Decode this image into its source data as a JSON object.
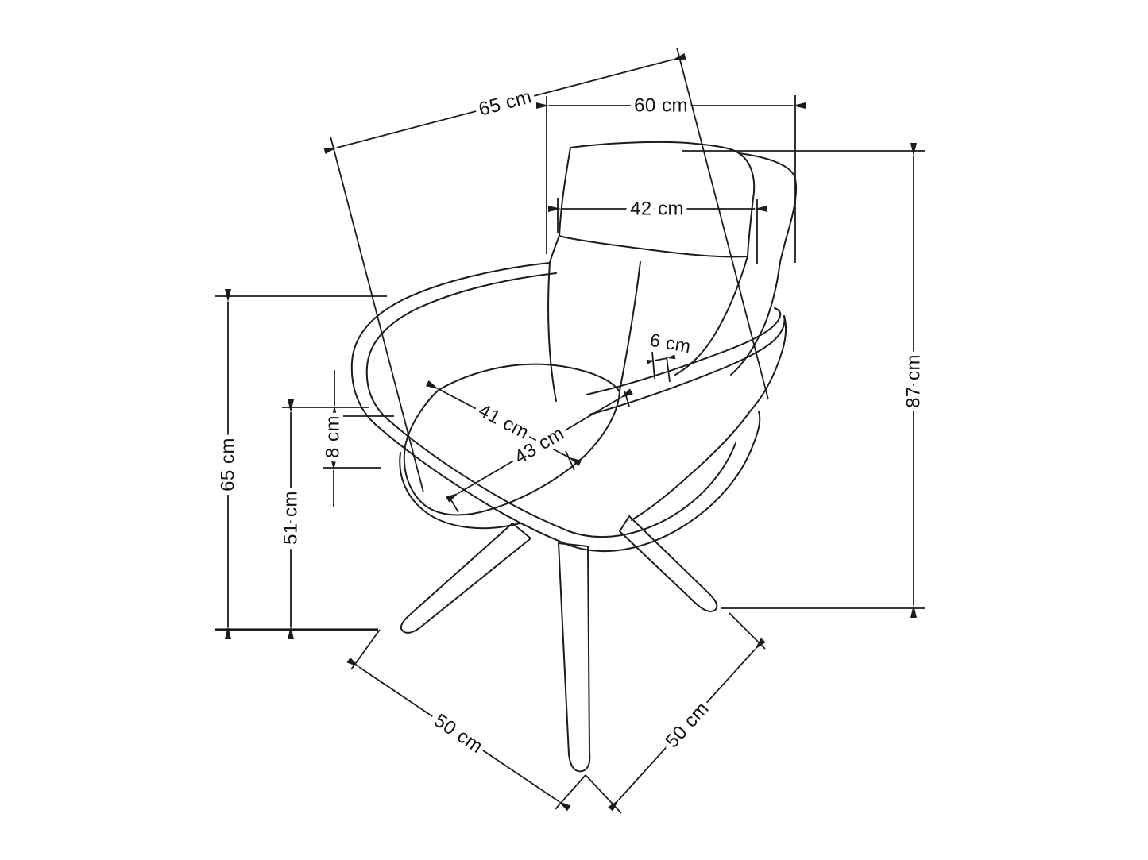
{
  "diagram": {
    "type": "furniture-dimension-drawing",
    "subject": "upholstered swivel armchair, three-quarter view, line art with CAD-style dimensions",
    "unit": "cm",
    "line_color": "#1c1c1c",
    "background_color": "#ffffff",
    "dimensions": {
      "total_depth": {
        "label": "65 cm",
        "value": 65,
        "orientation": "diagonal-top"
      },
      "back_width_top": {
        "label": "60 cm",
        "value": 60,
        "orientation": "horizontal"
      },
      "backrest_width": {
        "label": "42 cm",
        "value": 42,
        "orientation": "horizontal"
      },
      "total_height": {
        "label": "87 cm",
        "value": 87,
        "orientation": "vertical-right"
      },
      "armrest_height": {
        "label": "65 cm",
        "value": 65,
        "orientation": "vertical-left"
      },
      "seat_height": {
        "label": "51 cm",
        "value": 51,
        "orientation": "vertical-left"
      },
      "cushion_thickness": {
        "label": "8 cm",
        "value": 8,
        "orientation": "vertical-left"
      },
      "seat_width": {
        "label": "41 cm",
        "value": 41,
        "orientation": "diagonal-seat"
      },
      "seat_depth": {
        "label": "43 cm",
        "value": 43,
        "orientation": "diagonal-seat"
      },
      "armrest_rim": {
        "label": "6 cm",
        "value": 6,
        "orientation": "small-detail"
      },
      "base_depth_front": {
        "label": "50 cm",
        "value": 50,
        "orientation": "diagonal-bottom-left"
      },
      "base_depth_rear": {
        "label": "50 cm",
        "value": 50,
        "orientation": "diagonal-bottom-right"
      }
    }
  }
}
